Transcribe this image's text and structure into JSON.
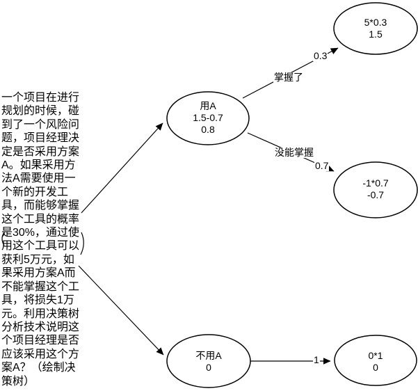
{
  "problem": {
    "text": "一个项目在进行\n规划的时候，碰\n到了一个风险问\n题，项目经理决\n定是否采用方案\nA。如果采用方\n法A需要使用一\n个新的开发工\n具，而能够掌握\n这个工具的概率\n是30%，通过使\n用这个工具可以\n获利5万元，如\n果采用方案A而\n不能掌握这个工\n具，将损失1万\n元。利用决策树\n分析技术说明这\n个项目经理是否\n应该采用这个方\n案A？（绘制决\n策树）"
  },
  "nodes": {
    "use_a": {
      "title": "用A",
      "calc": "1.5-0.7",
      "value": "0.8"
    },
    "mastered_outcome": {
      "calc": "5*0.3",
      "value": "1.5"
    },
    "not_mastered_outcome": {
      "calc": "-1*0.7",
      "value": "-0.7"
    },
    "not_use_a": {
      "title": "不用A",
      "value": "0"
    },
    "no_use_outcome": {
      "calc": "0*1",
      "value": "0"
    }
  },
  "edges": {
    "mastered": {
      "label": "掌握了",
      "probability": "0.3"
    },
    "not_mastered": {
      "label": "没能掌握",
      "probability": "0.7"
    },
    "no_use": {
      "probability": "1"
    }
  },
  "colors": {
    "stroke": "#000000",
    "background": "#ffffff",
    "text": "#000000"
  }
}
